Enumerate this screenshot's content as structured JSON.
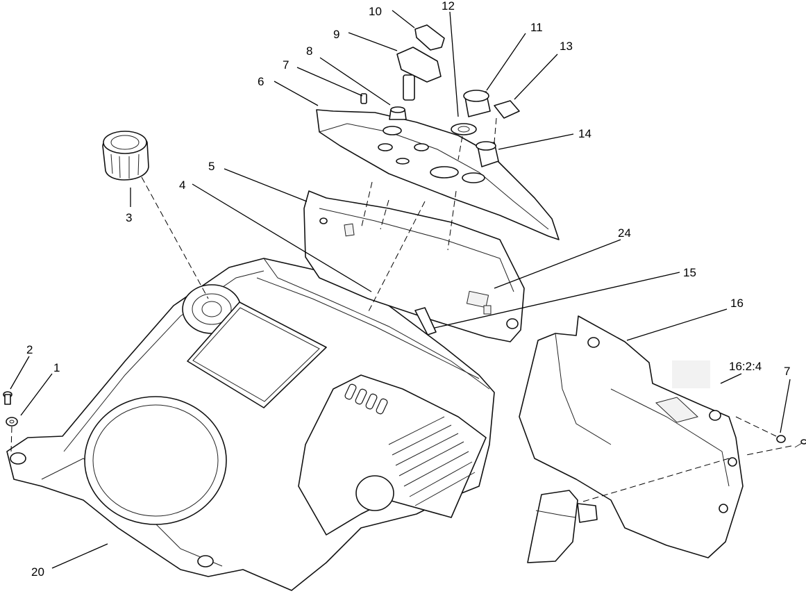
{
  "callouts": [
    "1",
    "2",
    "3",
    "4",
    "5",
    "6",
    "7",
    "8",
    "9",
    "10",
    "11",
    "12",
    "13",
    "14",
    "15",
    "16",
    "16:2:4",
    "7",
    "20",
    "24"
  ]
}
